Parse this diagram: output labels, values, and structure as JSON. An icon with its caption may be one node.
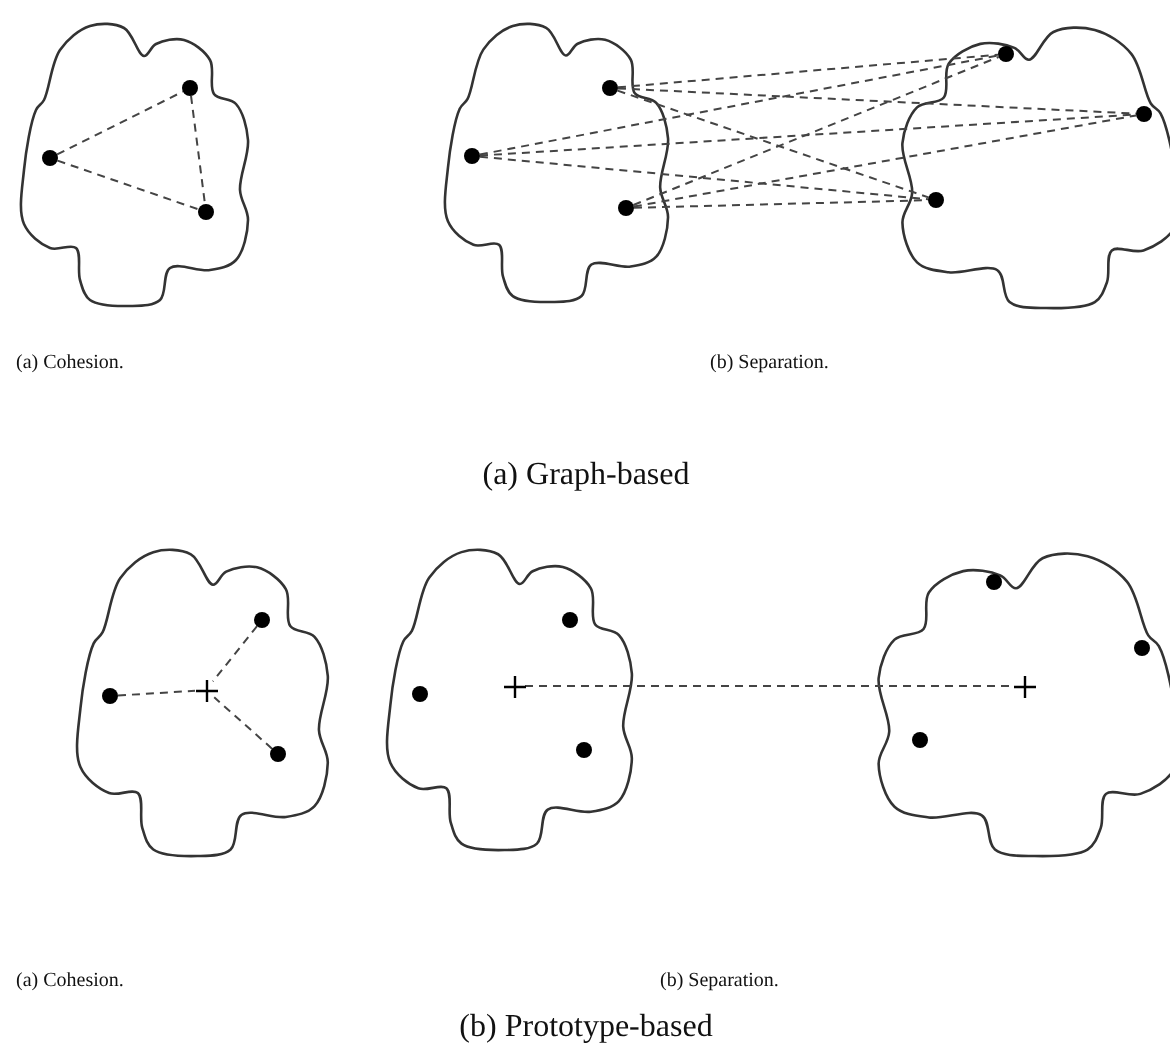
{
  "diagram": {
    "nodes": [
      {
        "text": [],
        "shape": "cloud"
      },
      {
        "text": [],
        "shape": "circle",
        "in": 0
      },
      {
        "text": [],
        "shape": "circle",
        "in": 0
      },
      {
        "text": [],
        "shape": "circle",
        "in": 0
      },
      {
        "text": [],
        "shape": "cloud"
      },
      {
        "text": [],
        "shape": "circle",
        "in": 4
      },
      {
        "text": [],
        "shape": "circle",
        "in": 4
      },
      {
        "text": [],
        "shape": "circle",
        "in": 4
      },
      {
        "text": [],
        "shape": "cloud"
      },
      {
        "text": [],
        "shape": "circle",
        "in": 8
      },
      {
        "text": [],
        "shape": "circle",
        "in": 8
      },
      {
        "text": [],
        "shape": "circle",
        "in": 8
      },
      {
        "text": [],
        "shape": "cloud"
      },
      {
        "text": [],
        "shape": "cross",
        "in": 12
      },
      {
        "text": [],
        "shape": "circle",
        "in": 12
      },
      {
        "text": [],
        "shape": "circle",
        "in": 12
      },
      {
        "text": [],
        "shape": "circle",
        "in": 12
      },
      {
        "text": [],
        "shape": "cloud"
      },
      {
        "text": [],
        "shape": "cross",
        "in": 17
      },
      {
        "text": [],
        "shape": "circle",
        "in": 17
      },
      {
        "text": [],
        "shape": "circle",
        "in": 17
      },
      {
        "text": [],
        "shape": "circle",
        "in": 17
      },
      {
        "text": [],
        "shape": "cloud"
      },
      {
        "text": [],
        "shape": "cross",
        "in": 22
      },
      {
        "text": [],
        "shape": "circle",
        "in": 22
      },
      {
        "text": [],
        "shape": "circle",
        "in": 22
      },
      {
        "text": [],
        "shape": "circle",
        "in": 22
      }
    ],
    "edges": [
      {
        "from": 1,
        "to": 2,
        "arrow": "none"
      },
      {
        "from": 1,
        "to": 3,
        "arrow": "none"
      },
      {
        "from": 2,
        "to": 3,
        "arrow": "none"
      },
      {
        "from": 5,
        "to": 9,
        "arrow": "none"
      },
      {
        "from": 5,
        "to": 10,
        "arrow": "none"
      },
      {
        "from": 5,
        "to": 11,
        "arrow": "none"
      },
      {
        "from": 6,
        "to": 9,
        "arrow": "none"
      },
      {
        "from": 6,
        "to": 10,
        "arrow": "none"
      },
      {
        "from": 6,
        "to": 11,
        "arrow": "none"
      },
      {
        "from": 7,
        "to": 9,
        "arrow": "none"
      },
      {
        "from": 7,
        "to": 10,
        "arrow": "none"
      },
      {
        "from": 7,
        "to": 11,
        "arrow": "none"
      },
      {
        "from": 14,
        "to": 13,
        "arrow": "none"
      },
      {
        "from": 15,
        "to": 13,
        "arrow": "none"
      },
      {
        "from": 16,
        "to": 13,
        "arrow": "none"
      },
      {
        "from": 18,
        "to": 23,
        "arrow": "none"
      }
    ],
    "labels": [
      "(a) Cohesion.",
      "(b) Separation.",
      "(a) Graph-based",
      "(a) Cohesion.",
      "(b) Separation.",
      "(b) Prototype-based"
    ]
  }
}
